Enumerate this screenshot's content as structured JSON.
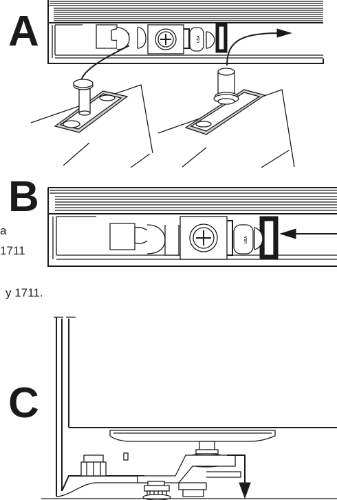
{
  "steps": {
    "a": {
      "label": "A"
    },
    "b": {
      "label": "B"
    },
    "c": {
      "label": "C"
    }
  },
  "side_text": {
    "line1": "a",
    "line2": "1711",
    "line3": "y 1711."
  },
  "imprint": {
    "usa": "USA"
  },
  "colors": {
    "ink": "#1a1a1a",
    "paper": "#ffffff",
    "shade": "#cfcfcf"
  }
}
